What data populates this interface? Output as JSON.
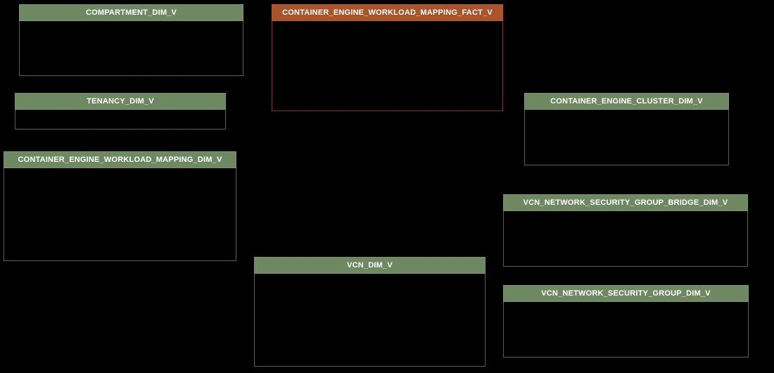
{
  "diagram": {
    "background_color": "#000000",
    "colors": {
      "dimension_header_bg": "#6e8961",
      "dimension_box_border": "#4a6a42",
      "fact_header_bg": "#a8552b",
      "fact_box_border": "#7b3814",
      "header_text": "#ffffff"
    },
    "tables": [
      {
        "name": "COMPARTMENT_DIM_V",
        "kind": "dimension"
      },
      {
        "name": "CONTAINER_ENGINE_WORKLOAD_MAPPING_FACT_V",
        "kind": "fact"
      },
      {
        "name": "TENANCY_DIM_V",
        "kind": "dimension"
      },
      {
        "name": "CONTAINER_ENGINE_CLUSTER_DIM_V",
        "kind": "dimension"
      },
      {
        "name": "CONTAINER_ENGINE_WORKLOAD_MAPPING_DIM_V",
        "kind": "dimension"
      },
      {
        "name": "VCN_NETWORK_SECURITY_GROUP_BRIDGE_DIM_V",
        "kind": "dimension"
      },
      {
        "name": "VCN_DIM_V",
        "kind": "dimension"
      },
      {
        "name": "VCN_NETWORK_SECURITY_GROUP_DIM_V",
        "kind": "dimension"
      }
    ]
  }
}
